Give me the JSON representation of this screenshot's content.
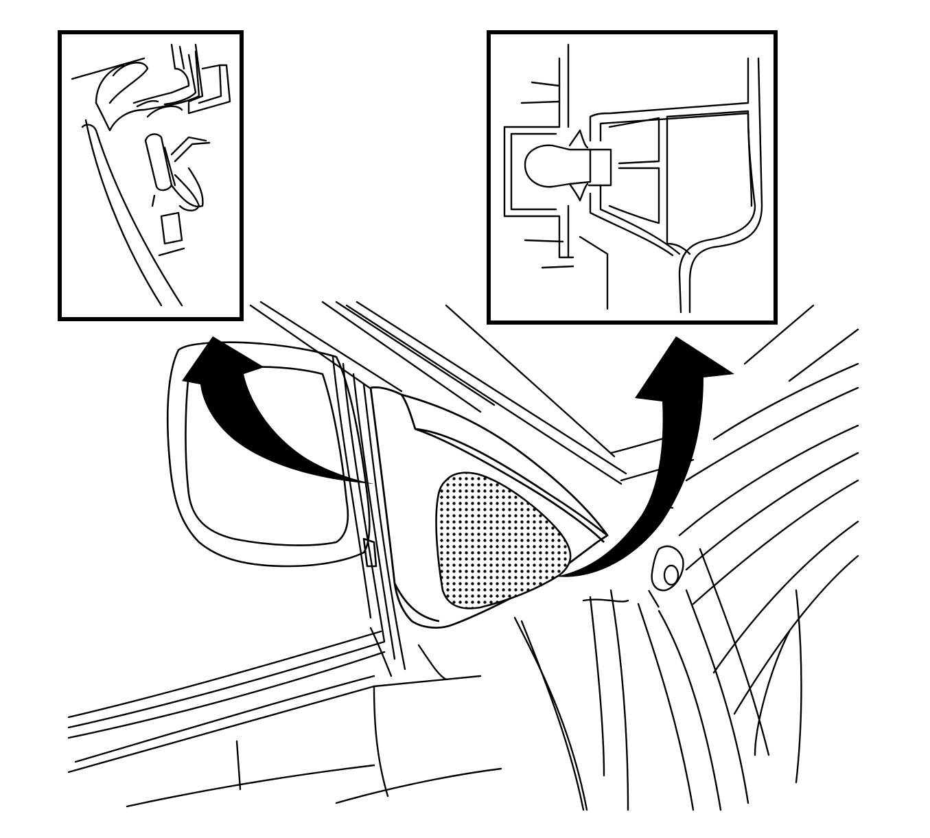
{
  "figure": {
    "background": "#ffffff",
    "ink": "#000000",
    "elements": [
      "door-frame",
      "side-mirror",
      "tweeter-trim-panel",
      "speaker-grille",
      "retaining-clip",
      "push-pin-fastener",
      "removal-arrow-left",
      "removal-arrow-right",
      "detail-inset-clip",
      "detail-inset-push-pin"
    ]
  }
}
